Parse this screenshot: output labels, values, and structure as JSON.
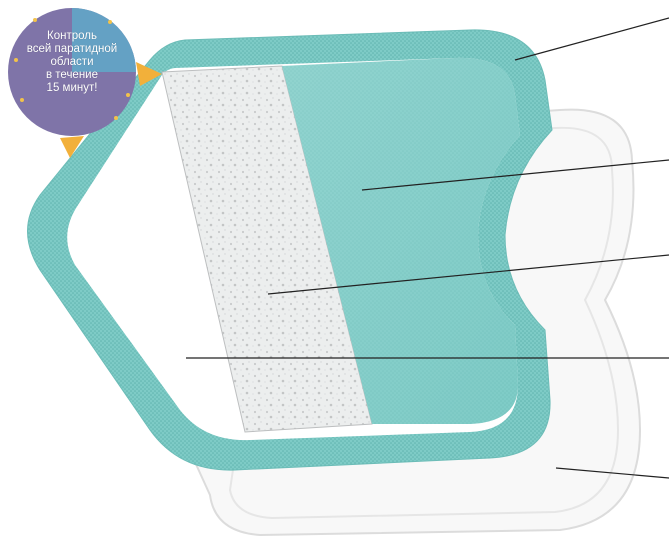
{
  "badge": {
    "lines": [
      "Контроль",
      "всей паратидной",
      "области",
      "в течение",
      "15 минут!"
    ],
    "color": "#7f74a8",
    "accent": "#f2b03a",
    "dot_color": "#f2c24a"
  },
  "colors": {
    "teal": "#7ecbc6",
    "teal_dark": "#5fb3ae",
    "foam": "#eceeee",
    "liner": "#f7f7f7",
    "leader": "#222222"
  },
  "callouts": [
    {
      "id": "outer-border",
      "label": ""
    },
    {
      "id": "teal-pad",
      "label": ""
    },
    {
      "id": "white-foam",
      "label": ""
    },
    {
      "id": "inner-frame",
      "label": ""
    },
    {
      "id": "release-liner",
      "label": ""
    }
  ]
}
